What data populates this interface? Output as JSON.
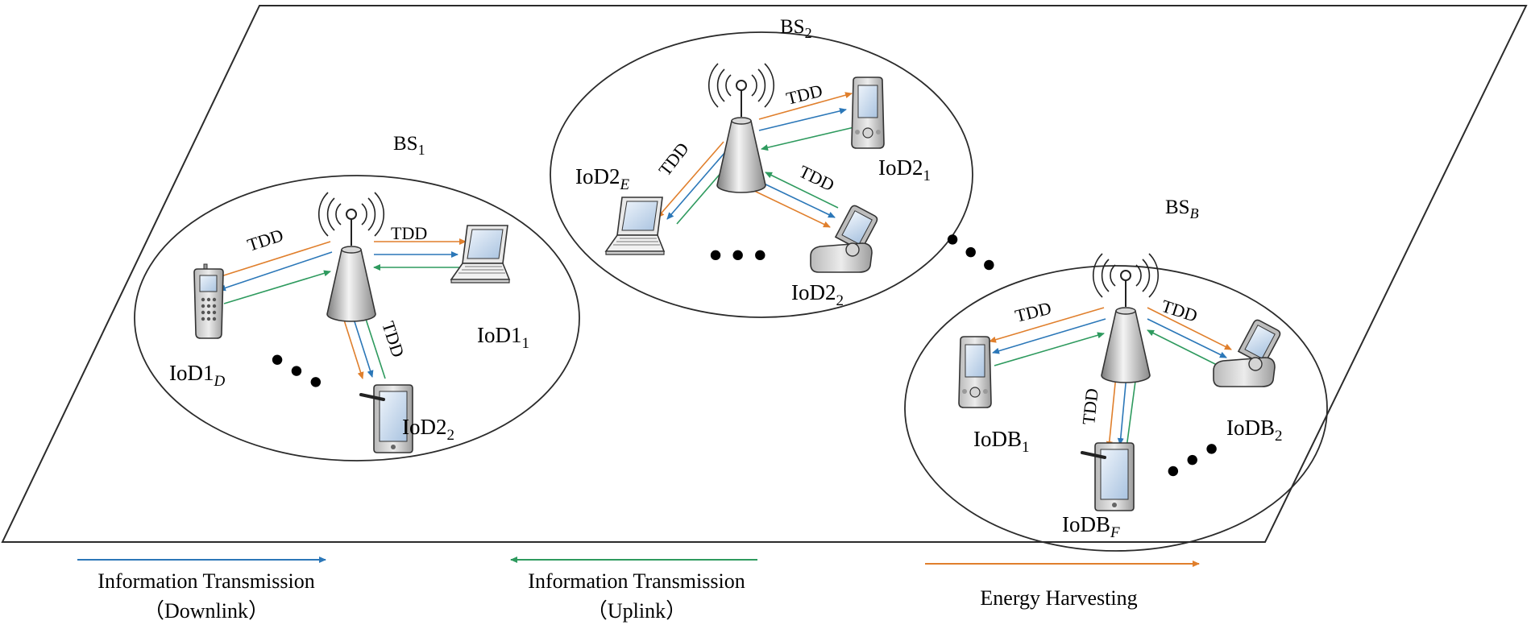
{
  "colors": {
    "downlink": "#2b77b8",
    "uplink": "#2e9a5e",
    "energy": "#e07f2c",
    "outline": "#3a3a3a"
  },
  "icons": {
    "base_station": "antenna-tower-icon",
    "phone": "mobile-phone-icon",
    "laptop": "laptop-icon",
    "tablet": "tablet-icon",
    "pda": "pda-icon",
    "flip_phone": "flip-phone-icon"
  },
  "link_label": "TDD",
  "cells": {
    "cell1": {
      "bs": {
        "main": "BS",
        "sub": "1"
      },
      "devices": {
        "phone": {
          "main": "IoD1",
          "sub": "D"
        },
        "laptop": {
          "main": "IoD1",
          "sub": "1"
        },
        "tablet": {
          "main": "IoD2",
          "sub": "2"
        }
      }
    },
    "cell2": {
      "bs": {
        "main": "BS",
        "sub": "2"
      },
      "devices": {
        "laptop": {
          "main": "IoD2",
          "sub": "E"
        },
        "pda": {
          "main": "IoD2",
          "sub": "1"
        },
        "flip": {
          "main": "IoD2",
          "sub": "2"
        }
      }
    },
    "cell3": {
      "bs": {
        "main": "BS",
        "sub": "B"
      },
      "devices": {
        "pda": {
          "main": "IoDB",
          "sub": "1"
        },
        "flip": {
          "main": "IoDB",
          "sub": "2"
        },
        "tablet": {
          "main": "IoDB",
          "sub": "F"
        }
      }
    }
  },
  "ellipsis": "• • •",
  "legend": {
    "downlink": {
      "line1": "Information Transmission",
      "line2": "（Downlink）"
    },
    "uplink": {
      "line1": "Information Transmission",
      "line2": "（Uplink）"
    },
    "energy": {
      "line1": "Energy Harvesting"
    }
  }
}
